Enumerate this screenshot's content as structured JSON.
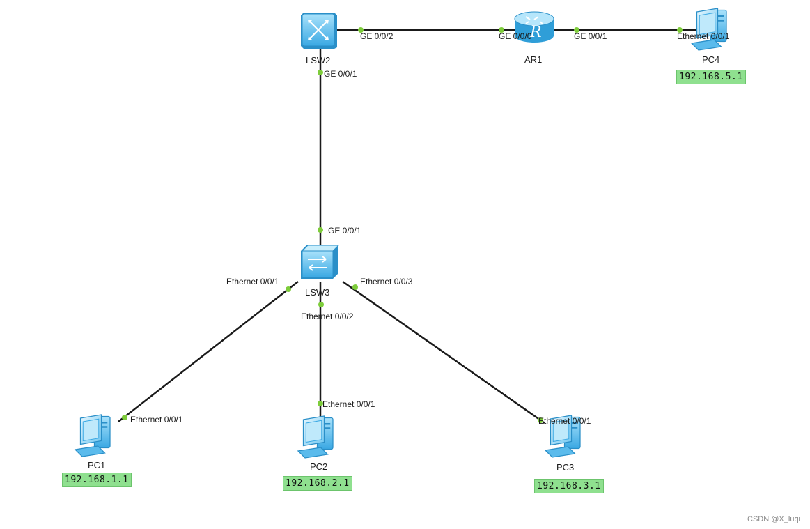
{
  "devices": {
    "lsw2": {
      "name": "LSW2",
      "icon": "l3-switch-icon"
    },
    "ar1": {
      "name": "AR1",
      "icon": "router-icon"
    },
    "pc4": {
      "name": "PC4",
      "icon": "pc-icon",
      "ip": "192.168.5.1"
    },
    "lsw3": {
      "name": "LSW3",
      "icon": "l2-switch-icon"
    },
    "pc1": {
      "name": "PC1",
      "icon": "pc-icon",
      "ip": "192.168.1.1"
    },
    "pc2": {
      "name": "PC2",
      "icon": "pc-icon",
      "ip": "192.168.2.1"
    },
    "pc3": {
      "name": "PC3",
      "icon": "pc-icon",
      "ip": "192.168.3.1"
    }
  },
  "ports": {
    "lsw2_ar1": "GE 0/0/2",
    "ar1_lsw2": "GE 0/0/0",
    "ar1_pc4": "GE 0/0/1",
    "pc4_ar1": "Ethernet 0/0/1",
    "lsw2_lsw3": "GE 0/0/1",
    "lsw3_lsw2": "GE 0/0/1",
    "lsw3_pc1": "Ethernet 0/0/1",
    "lsw3_pc2": "Ethernet 0/0/2",
    "lsw3_pc3": "Ethernet 0/0/3",
    "pc1_lsw3": "Ethernet 0/0/1",
    "pc2_lsw3": "Ethernet 0/0/1",
    "pc3_lsw3": "Ethernet 0/0/1"
  },
  "colors": {
    "link": "#1a1a1a",
    "port_dot": "#7dcc3a",
    "ip_box": "#8fe08f",
    "device_blue": "#46b4ea"
  },
  "watermark": "CSDN @X_luqi"
}
